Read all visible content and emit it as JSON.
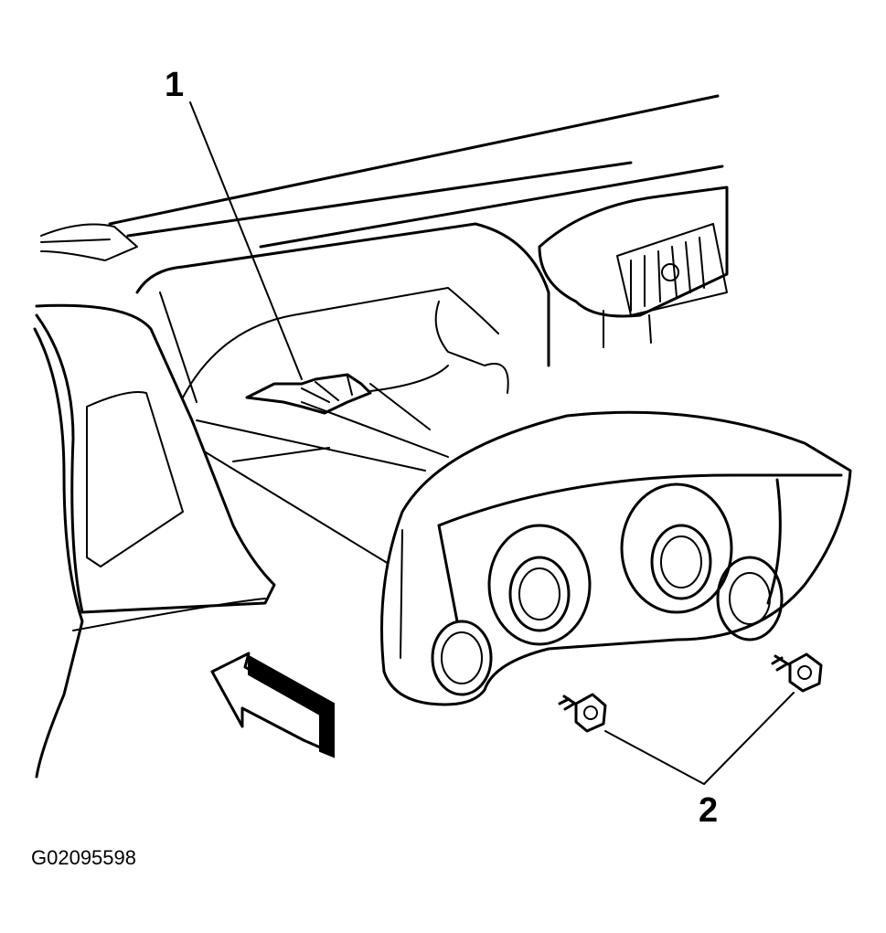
{
  "callouts": {
    "item_1": "1",
    "item_2": "2"
  },
  "figure_id": "G02095598",
  "colors": {
    "line": "#000000",
    "background": "#ffffff"
  },
  "icons": {
    "direction_arrow": "arrow-left-icon",
    "fastener": "screw-icon"
  }
}
